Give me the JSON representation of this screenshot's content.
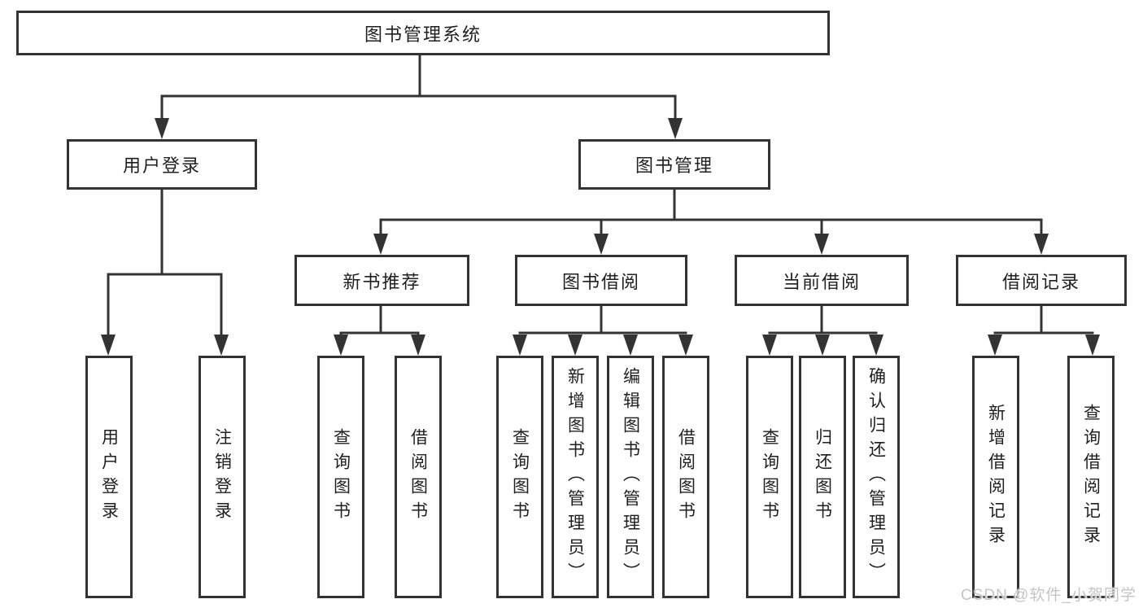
{
  "title": "图书管理系统",
  "nodes": {
    "user_login": "用户登录",
    "book_management": "图书管理",
    "new_book_recommend": "新书推荐",
    "book_borrow": "图书借阅",
    "current_borrow": "当前借阅",
    "borrow_record": "借阅记录"
  },
  "leaves": {
    "user_login": [
      "用户登录",
      "注销登录"
    ],
    "new_book_recommend": [
      "查询图书",
      "借阅图书"
    ],
    "book_borrow": [
      "查询图书",
      "新增图书（管理员）",
      "编辑图书（管理员）",
      "借阅图书"
    ],
    "current_borrow": [
      "查询图书",
      "归还图书",
      "确认归还（管理员）"
    ],
    "borrow_record": [
      "新增借阅记录",
      "查询借阅记录"
    ]
  },
  "watermark": "CSDN @软件_小贺同学",
  "colors": {
    "line": "#333333",
    "box_background": "#ffffff",
    "text": "#1f1f1f",
    "watermark_text": "#c5c5c5"
  }
}
